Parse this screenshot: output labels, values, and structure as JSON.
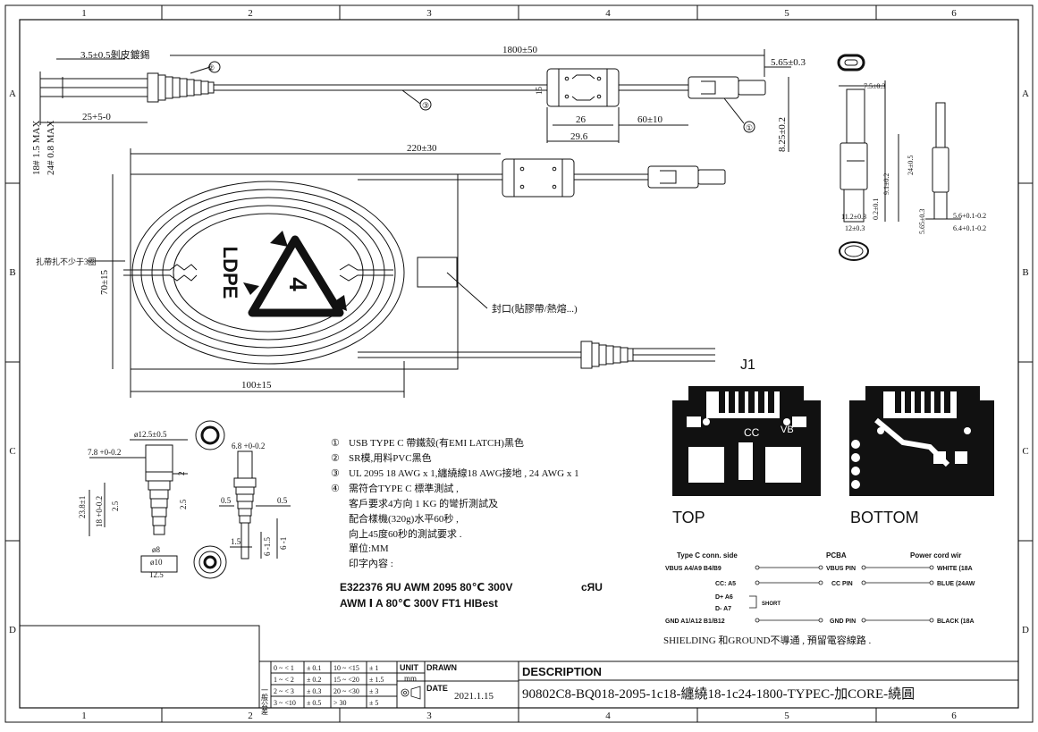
{
  "frame": {
    "columns": [
      "1",
      "2",
      "3",
      "4",
      "5",
      "6"
    ],
    "rows": [
      "A",
      "B",
      "C",
      "D"
    ]
  },
  "top_cable": {
    "strip_dim": "3.5±0.5剝皮鍍錫",
    "length_dim": "1800±50",
    "connector_dim": "5.65±0.3",
    "strain_dim": "25+5-0",
    "wire_18": "18# 1.5 MAX",
    "wire_24": "24# 0.8 MAX",
    "core_height": "15",
    "core_len": "26",
    "core_outer": "29.6",
    "core_dist": "60±10",
    "height_dim": "8.25±0.2",
    "callout_1": "①",
    "callout_2": "②",
    "callout_3": "③"
  },
  "package": {
    "length_dim": "220±30",
    "height_dim": "70±15",
    "width_dim": "100±15",
    "tie_note": "扎帶扎不少于3圈",
    "seal_note": "封口(貼膠帶/熱熔...)",
    "recycle_number": "4",
    "recycle_label": "LDPE"
  },
  "connector_detail": {
    "d1": "7.5±0.3",
    "d2": "9.1±0.2",
    "d3": "24±0.5",
    "d4": "0.2±0.1",
    "d5": "11.2±0.3",
    "d6": "12±0.3",
    "d7": "5.65±0.3",
    "d8": "5.6+0.1-0.2",
    "d9": "6.4+0.1-0.2"
  },
  "strain_detail": {
    "dia_outer": "ø12.5±0.5",
    "w1": "7.8 +0-0.2",
    "w2": "6.8 +0-0.2",
    "h_total": "23.8±1",
    "h_mid": "18 +0-0.2",
    "gap_2": "2",
    "gap_25a": "2.5",
    "gap_25b": "2.5",
    "d_05a": "0.5",
    "d_05b": "0.5",
    "d_15": "1.5",
    "d_6": "6 -1.5",
    "d_6b": "6 -1",
    "dia_8": "ø8",
    "dia_10": "ø10",
    "w_125": "12.5"
  },
  "notes": [
    {
      "num": "①",
      "text": "USB TYPE C 帶鐵殼(有EMI LATCH)黑色"
    },
    {
      "num": "②",
      "text": "SR模,用料PVC黑色"
    },
    {
      "num": "③",
      "text": "UL 2095 18 AWG x 1,纏繞線18 AWG接地 , 24 AWG x 1"
    },
    {
      "num": "④",
      "text": "需符合TYPE C 標準測試 ,"
    }
  ],
  "notes_extra": [
    "客戶要求4方向 1 KG 的彎折測試及",
    "配合樣機(320g)水平60秒 ,",
    "向上45度60秒的測試要求 .",
    "單位:MM",
    "印字內容 :"
  ],
  "print_line1": "E322376 ЯU AWM 2095 80℃ 300V",
  "print_ul": "cЯU",
  "print_line2": "AWM Ⅰ A 80℃ 300V FT1 HIBest",
  "pcb": {
    "label": "J1",
    "top": "TOP",
    "bottom": "BOTTOM",
    "cc": "CC",
    "vb": "VB"
  },
  "wiring": {
    "header_left": "Type C conn. side",
    "header_mid": "PCBA",
    "header_right": "Power cord wir",
    "rows": [
      {
        "left": "VBUS A4/A9 B4/B9",
        "mid": "VBUS PIN",
        "right": "WHITE (18A"
      },
      {
        "left": "CC: A5",
        "mid": "CC PIN",
        "right": "BLUE (24AW"
      },
      {
        "left": "D+ A6",
        "mid": "",
        "right": ""
      },
      {
        "left": "D- A7",
        "mid": "",
        "right": ""
      },
      {
        "left": "GND A1/A12 B1/B12",
        "mid": "GND PIN",
        "right": "BLACK (18A"
      }
    ],
    "short": "SHORT",
    "note": "SHIELDING 和GROUND不導通 , 預留電容線路 ."
  },
  "title_block": {
    "tol_side": "一般公差",
    "tol": [
      [
        "0 ~ < 1",
        "± 0.1",
        "10 ~ <15",
        "± 1"
      ],
      [
        "1 ~ < 2",
        "± 0.2",
        "15 ~ <20",
        "± 1.5"
      ],
      [
        "2 ~ < 3",
        "± 0.3",
        "20 ~ <30",
        "± 3"
      ],
      [
        "3 ~ <10",
        "± 0.5",
        "> 30",
        "± 5"
      ]
    ],
    "unit_label": "UNIT",
    "unit": "mm",
    "drawn_label": "DRAWN",
    "date_label": "DATE",
    "date": "2021.1.15",
    "desc_label": "DESCRIPTION",
    "desc": "90802C8-BQ018-2095-1c18-纏繞18-1c24-1800-TYPEC-加CORE-繞圓"
  }
}
